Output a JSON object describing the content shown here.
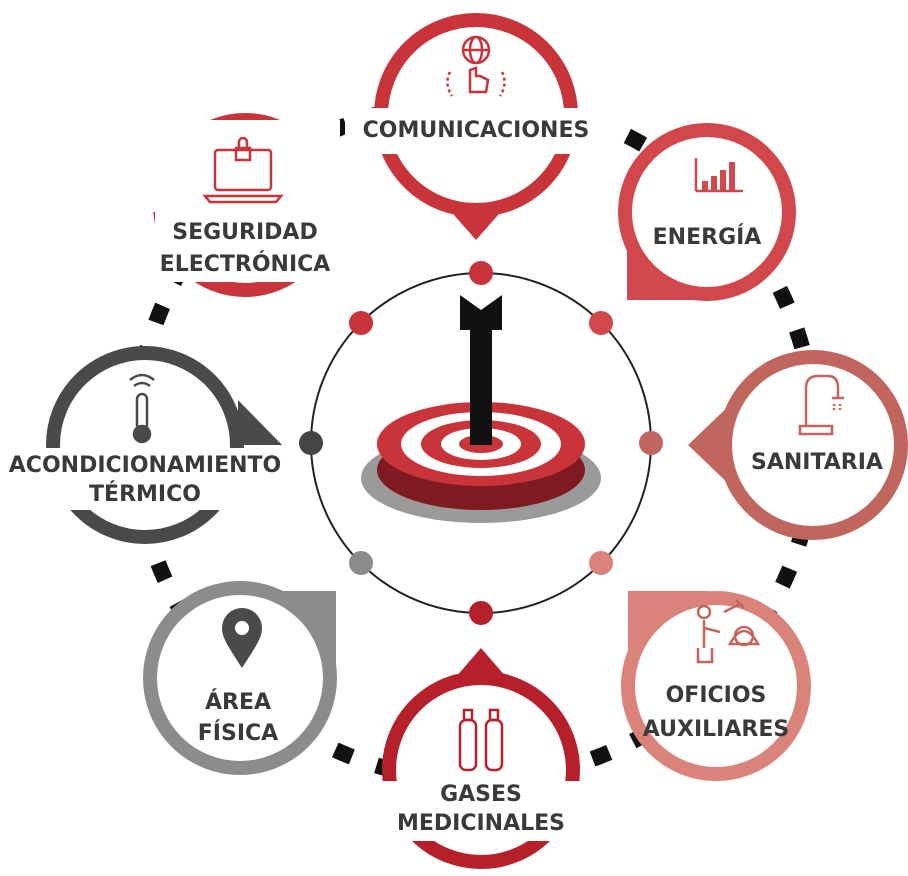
{
  "palette": {
    "red_dark": "#b5202a",
    "red": "#c8343a",
    "red_mid": "#d2474b",
    "rose": "#c1665f",
    "salmon": "#d9837a",
    "gray_dark": "#4a4a4a",
    "gray": "#8c8c8c",
    "black": "#1a1a1a",
    "label": "#3a3a3a"
  },
  "center": {
    "icon": "target-with-arrow-icon"
  },
  "nodes": [
    {
      "id": "comunicaciones",
      "label_lines": [
        "COMUNICACIONES"
      ],
      "icon": "globe-touch-icon",
      "color": "#c8343a"
    },
    {
      "id": "energia",
      "label_lines": [
        "ENERGÍA"
      ],
      "icon": "bar-chart-icon",
      "color": "#d2474b"
    },
    {
      "id": "sanitaria",
      "label_lines": [
        "SANITARIA"
      ],
      "icon": "faucet-icon",
      "color": "#c1665f"
    },
    {
      "id": "oficios-auxiliares",
      "label_lines": [
        "OFICIOS",
        "AUXILIARES"
      ],
      "icon": "worker-tools-icon",
      "color": "#d9837a"
    },
    {
      "id": "gases-medicinales",
      "label_lines": [
        "GASES",
        "MEDICINALES"
      ],
      "icon": "gas-cylinders-icon",
      "color": "#b5202a"
    },
    {
      "id": "area-fisica",
      "label_lines": [
        "ÁREA",
        "FÍSICA"
      ],
      "icon": "map-pin-icon",
      "color": "#8c8c8c"
    },
    {
      "id": "acondicionamiento-termico",
      "label_lines": [
        "ACONDICIONAMIENTO",
        "TÉRMICO"
      ],
      "icon": "wifi-thermometer-icon",
      "color": "#4a4a4a"
    },
    {
      "id": "seguridad-electronica",
      "label_lines": [
        "SEGURIDAD",
        "ELECTRÓNICA"
      ],
      "icon": "laptop-lock-icon",
      "color": "#c8343a"
    }
  ]
}
